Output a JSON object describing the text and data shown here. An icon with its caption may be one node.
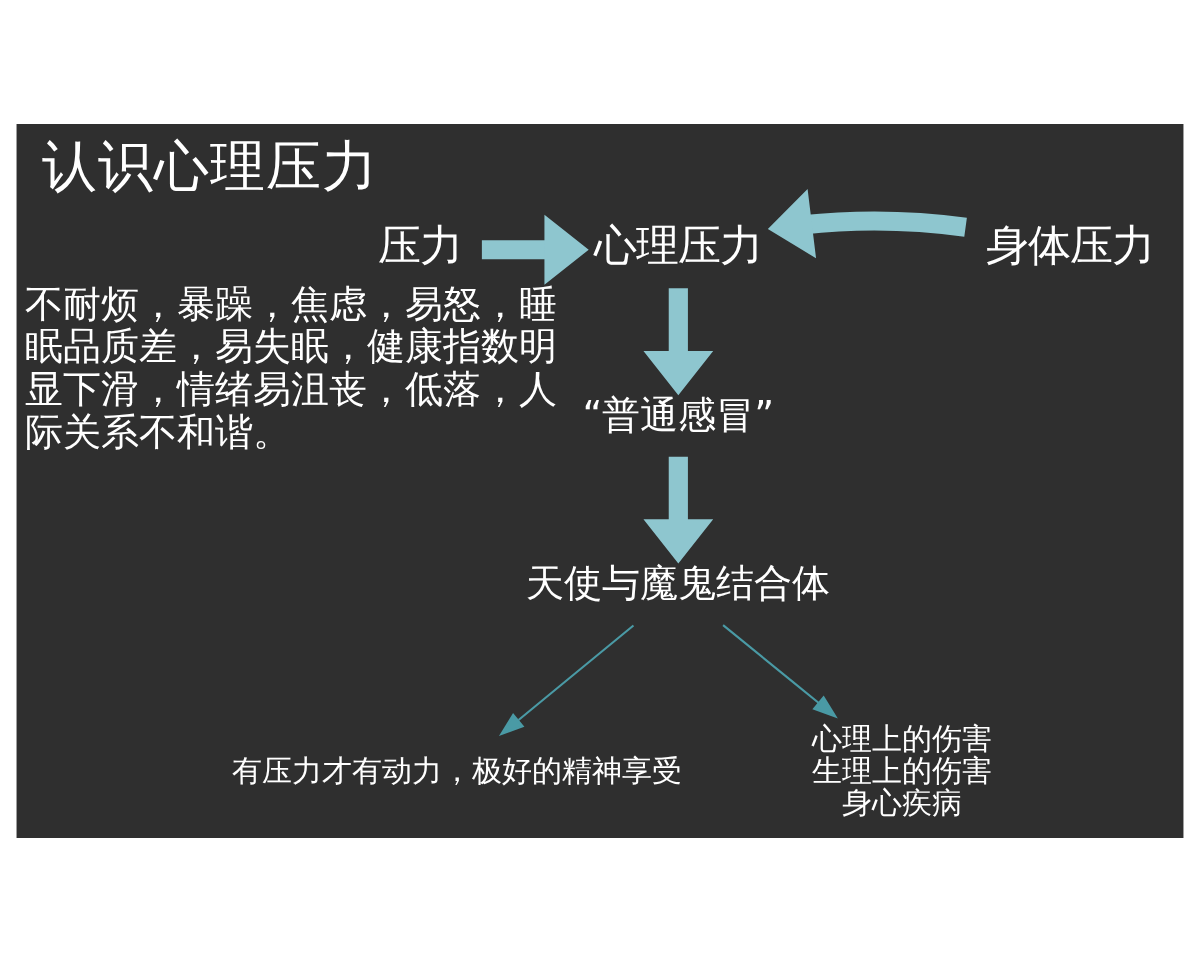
{
  "diagram": {
    "title": "认识心理压力",
    "nodes": [
      {
        "text": [
          "压力"
        ]
      },
      {
        "text": [
          "心理压力"
        ]
      },
      {
        "text": [
          "身体压力"
        ]
      },
      {
        "text": [
          "“普通感冒”"
        ],
        "beside": [
          "不耐烦，暴躁，焦虑，易怒，睡眠品质差，易失眠，健康指数明显下滑，情绪易沮丧，低落，人际关系不和谐。"
        ]
      },
      {
        "text": [
          "天使与魔鬼结合体"
        ]
      },
      {
        "text": [
          "有压力才有动力，极好的精神享受"
        ]
      },
      {
        "text": [
          "心理上的伤害",
          "生理上的伤害",
          "身心疾病"
        ]
      }
    ],
    "edges": [
      {
        "from": 0,
        "to": 1,
        "arrow": "to"
      },
      {
        "from": 2,
        "to": 1,
        "arrow": "to"
      },
      {
        "from": 1,
        "to": 3,
        "arrow": "to"
      },
      {
        "from": 3,
        "to": 4,
        "arrow": "to"
      },
      {
        "from": 4,
        "to": 5,
        "arrow": "to",
        "color": "#4a9aa5"
      },
      {
        "from": 4,
        "to": 6,
        "arrow": "to",
        "color": "#4a9aa5"
      }
    ]
  }
}
